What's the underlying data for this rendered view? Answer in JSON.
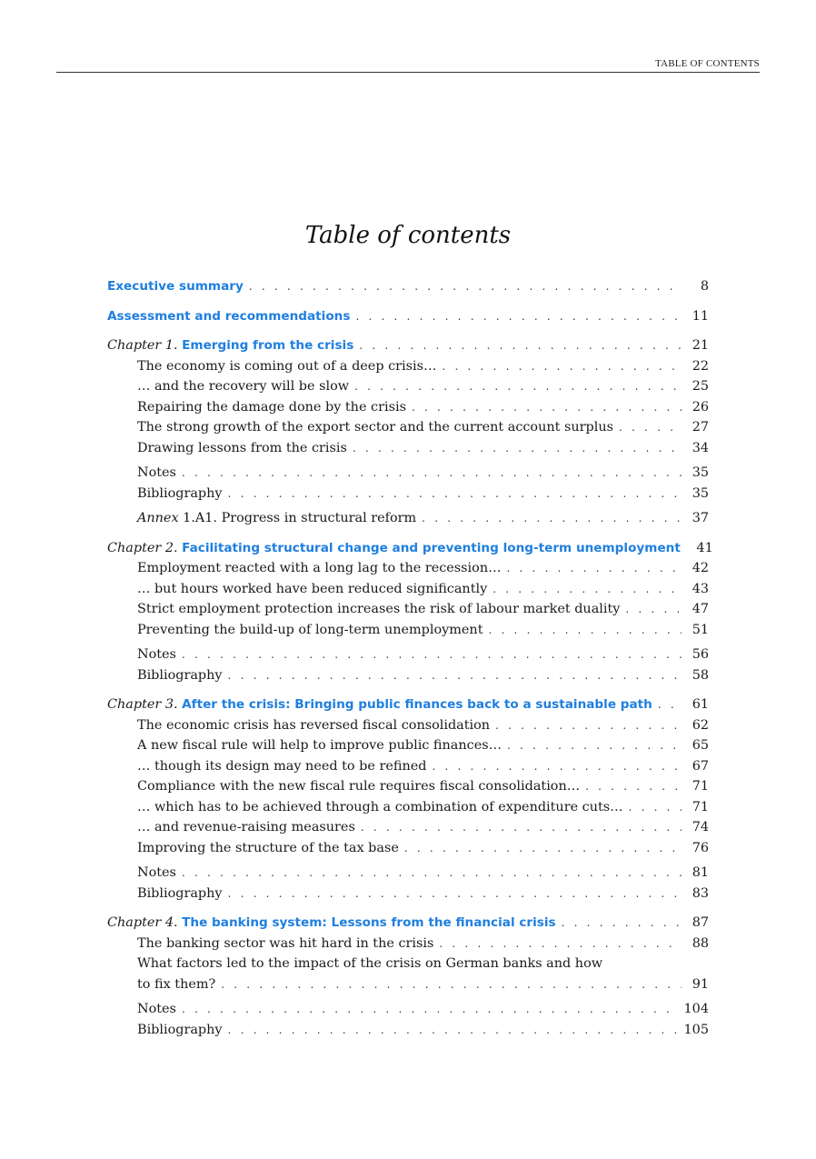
{
  "running_head": "TABLE OF CONTENTS",
  "title": "Table of contents",
  "colors": {
    "link_blue": "#1f7fe0",
    "text": "#1a1a1a"
  },
  "front": [
    {
      "label": "Executive summary",
      "page": "8"
    },
    {
      "label": "Assessment and recommendations",
      "page": "11"
    }
  ],
  "chapters": [
    {
      "prefix": "Chapter 1.",
      "title": "Emerging from the crisis",
      "page": "21",
      "sections": [
        {
          "label": "The economy is coming out of a deep crisis…",
          "page": "22"
        },
        {
          "label": "… and the recovery will be slow",
          "page": "25"
        },
        {
          "label": "Repairing the damage done by the crisis",
          "page": "26"
        },
        {
          "label": "The strong growth of the export sector and the current account surplus",
          "page": "27"
        },
        {
          "label": "Drawing lessons from the crisis",
          "page": "34"
        }
      ],
      "notes": {
        "label": "Notes",
        "page": "35"
      },
      "bibliography": {
        "label": "Bibliography",
        "page": "35"
      },
      "annex": {
        "prefix": "Annex",
        "label": "1.A1. Progress in structural reform",
        "page": "37"
      }
    },
    {
      "prefix": "Chapter 2.",
      "title": "Facilitating structural change and preventing long-term unemployment",
      "page": "41",
      "sections": [
        {
          "label": "Employment reacted with a long lag to the recession…",
          "page": "42"
        },
        {
          "label": "… but hours worked have been reduced significantly",
          "page": "43"
        },
        {
          "label": "Strict employment protection increases the risk of labour market duality",
          "page": "47"
        },
        {
          "label": "Preventing the build-up of long-term unemployment",
          "page": "51"
        }
      ],
      "notes": {
        "label": "Notes",
        "page": "56"
      },
      "bibliography": {
        "label": "Bibliography",
        "page": "58"
      }
    },
    {
      "prefix": "Chapter 3.",
      "title": "After the crisis: Bringing public finances back to a sustainable path",
      "page": "61",
      "sections": [
        {
          "label": "The economic crisis has reversed fiscal consolidation",
          "page": "62"
        },
        {
          "label": "A new fiscal rule will help to improve public finances…",
          "page": "65"
        },
        {
          "label": "… though its design may need to be refined",
          "page": "67"
        },
        {
          "label": "Compliance with the new fiscal rule requires fiscal consolidation…",
          "page": "71"
        },
        {
          "label": "… which has to be achieved through a combination of expenditure cuts…",
          "page": "71"
        },
        {
          "label": "… and revenue-raising measures",
          "page": "74"
        },
        {
          "label": "Improving the structure of the tax base",
          "page": "76"
        }
      ],
      "notes": {
        "label": "Notes",
        "page": "81"
      },
      "bibliography": {
        "label": "Bibliography",
        "page": "83"
      }
    },
    {
      "prefix": "Chapter 4.",
      "title": "The banking system: Lessons from the financial crisis",
      "page": "87",
      "sections": [
        {
          "label": "The banking sector was hit hard in the crisis",
          "page": "88"
        },
        {
          "label_line1": "What factors led to the impact of the crisis on German banks and how",
          "label": "to fix them?",
          "page": "91"
        }
      ],
      "notes": {
        "label": "Notes",
        "page": "104"
      },
      "bibliography": {
        "label": "Bibliography",
        "page": "105"
      }
    }
  ]
}
